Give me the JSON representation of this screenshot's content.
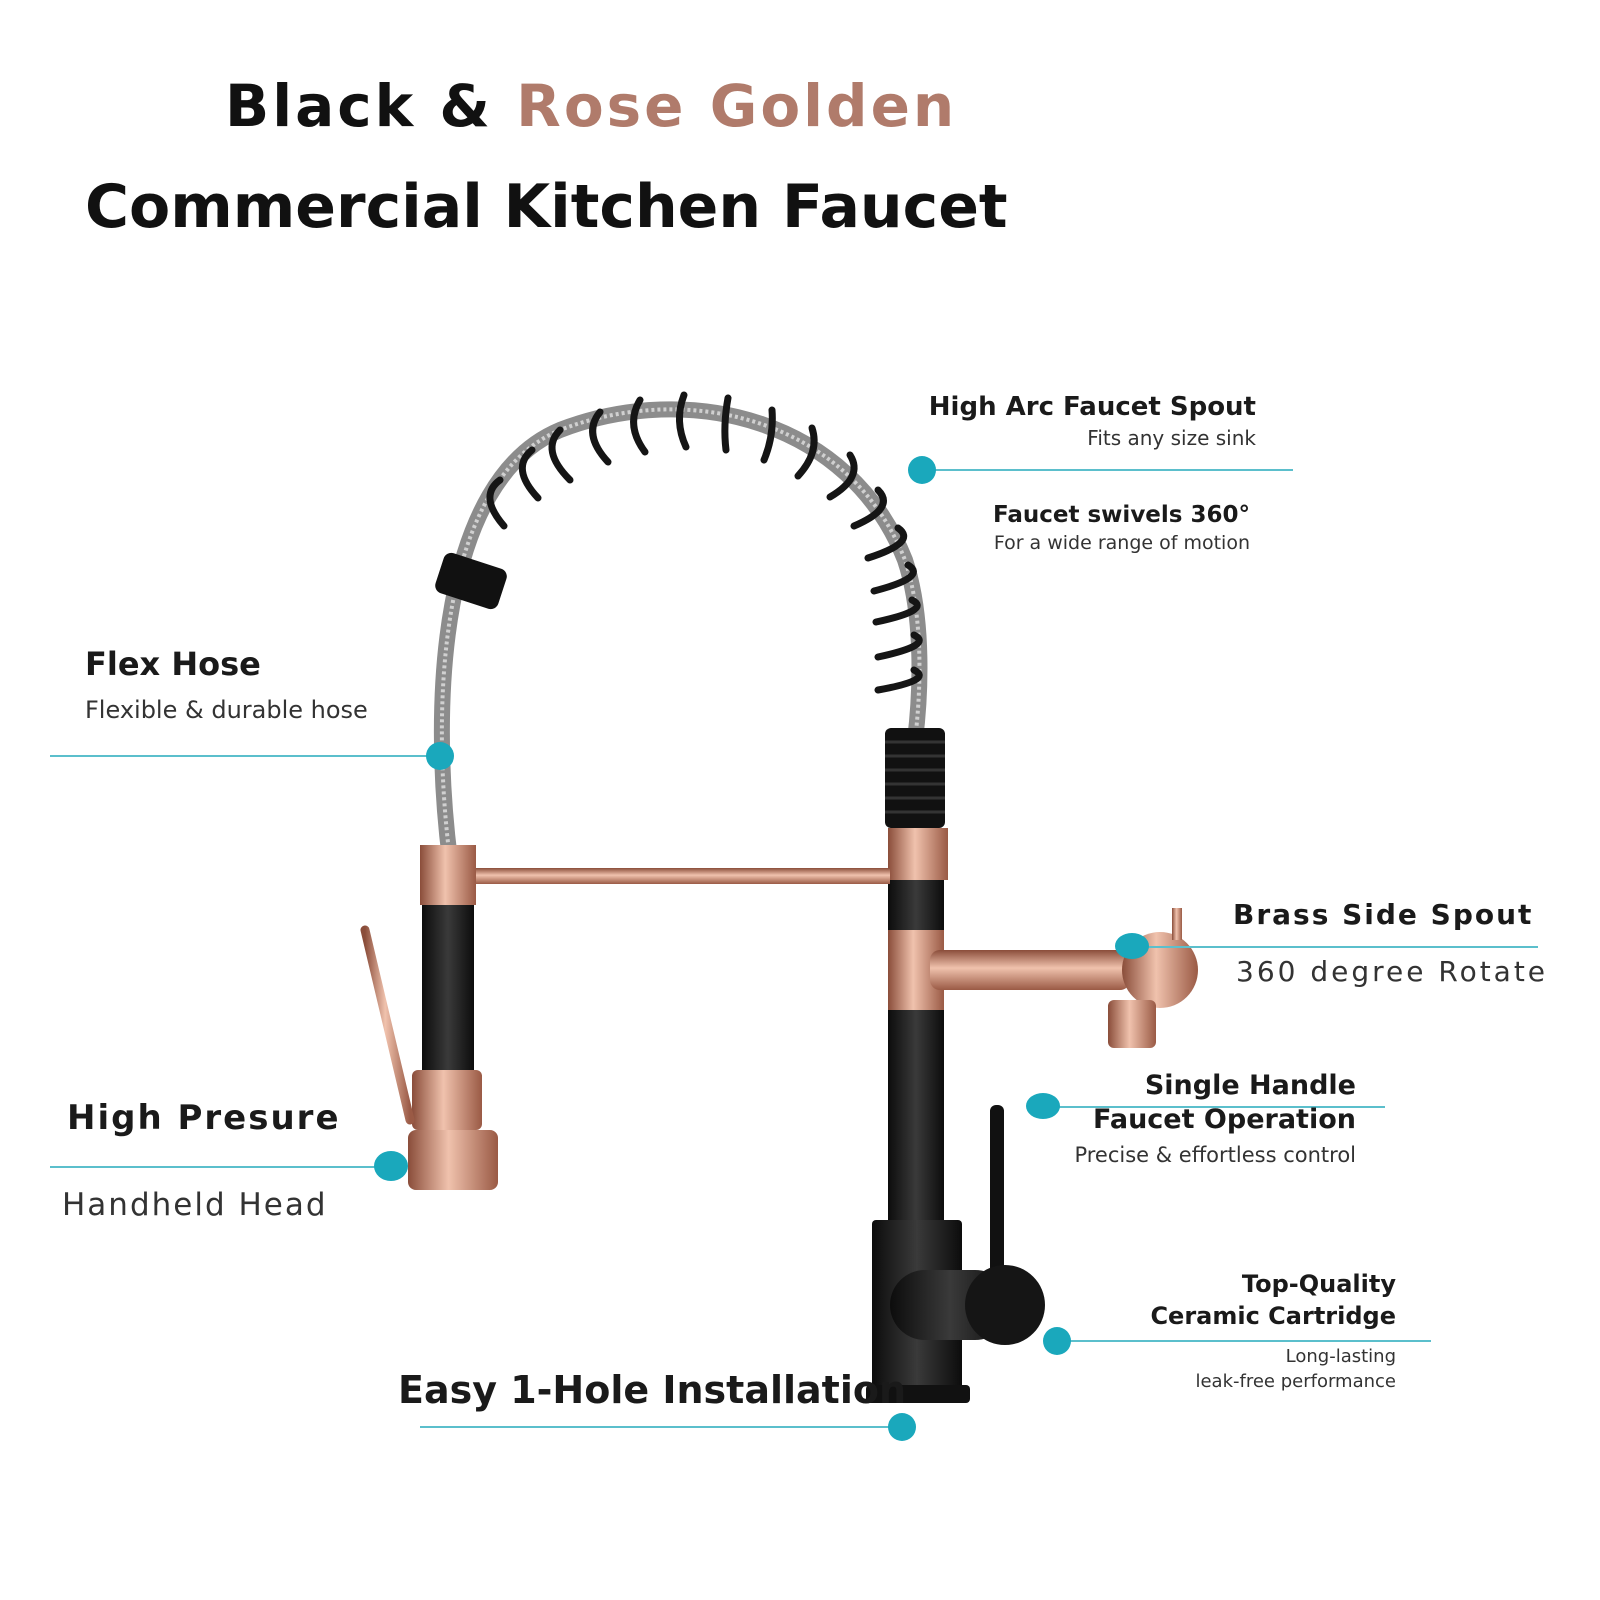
{
  "title": {
    "line1_a": "Black &",
    "line1_b": "Rose Golden",
    "line2": "Commercial Kitchen Faucet"
  },
  "colors": {
    "accent_line": "#5bbfcc",
    "accent_dot": "#1aa8bc",
    "rose_gold": "#b07b6b"
  },
  "callouts": {
    "high_arc": {
      "title": "High Arc Faucet Spout",
      "sub": "Fits any size sink"
    },
    "swivel": {
      "title": "Faucet swivels 360°",
      "sub": "For a wide range of motion"
    },
    "flex_hose": {
      "title": "Flex Hose",
      "sub": "Flexible & durable hose"
    },
    "side_spout": {
      "title": "Brass Side Spout",
      "sub": "360 degree Rotate"
    },
    "single_handle": {
      "title1": "Single Handle",
      "title2": "Faucet Operation",
      "sub": "Precise & effortless control"
    },
    "high_pressure": {
      "title": "High Presure",
      "sub": "Handheld Head"
    },
    "cartridge": {
      "title1": "Top-Quality",
      "title2": "Ceramic Cartridge",
      "sub1": "Long-lasting",
      "sub2": "leak-free performance"
    },
    "installation": {
      "title": "Easy 1-Hole Installation"
    }
  }
}
